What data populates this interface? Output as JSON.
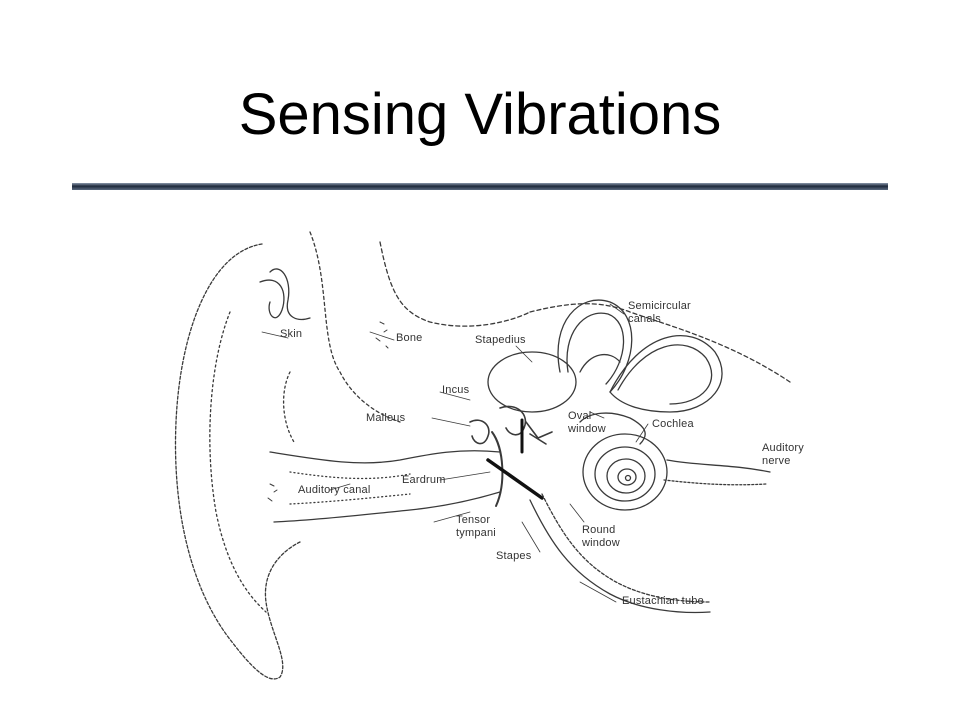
{
  "slide": {
    "title": "Sensing Vibrations"
  },
  "colors": {
    "rule_dark": "#1f2a3c",
    "rule_mid": "#6d7c92",
    "line": "#3a3a3a"
  },
  "diagram": {
    "labels": {
      "skin": "Skin",
      "bone": "Bone",
      "stapedius": "Stapedius",
      "semicircular_canals": "Semicircular\ncanals",
      "incus": "Incus",
      "malleus": "Malleus",
      "oval_window": "Oval\nwindow",
      "cochlea": "Cochlea",
      "auditory_nerve": "Auditory\nnerve",
      "eardrum": "Eardrum",
      "auditory_canal": "Auditory canal",
      "tensor_tympani": "Tensor\ntympani",
      "round_window": "Round\nwindow",
      "stapes": "Stapes",
      "eustachian_tube": "Eustachian tube"
    }
  }
}
